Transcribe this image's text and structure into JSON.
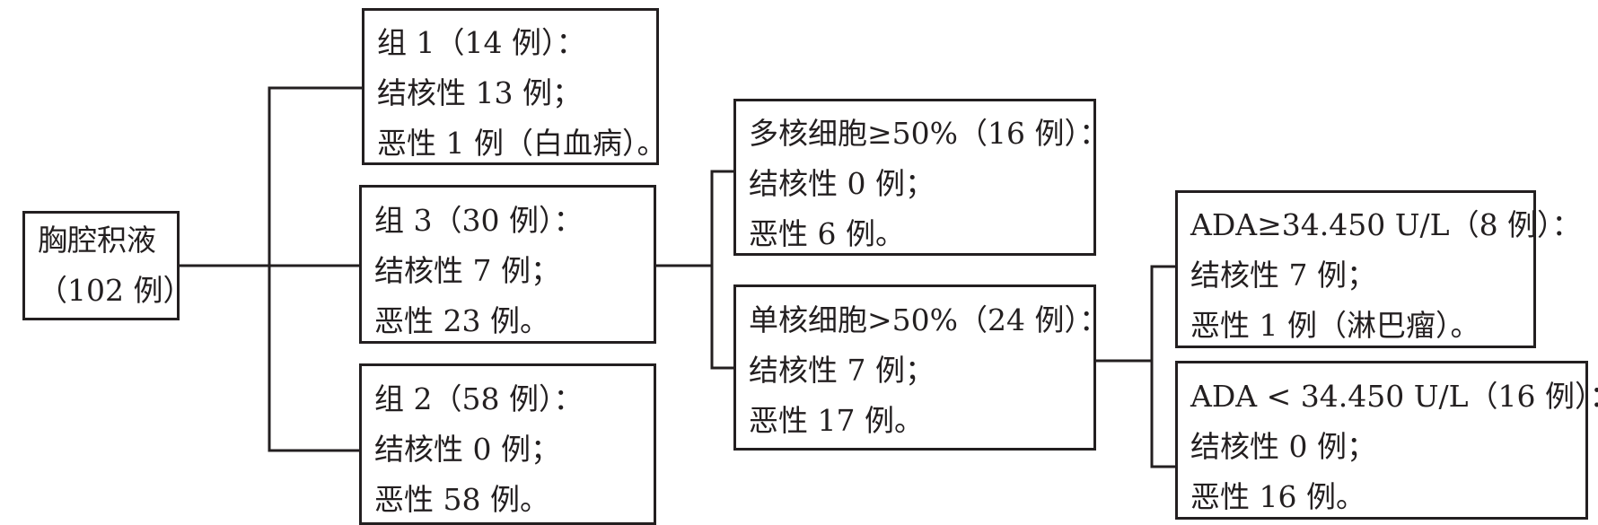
{
  "diagram": {
    "root": {
      "lines": [
        "胸腔积液",
        "（102 例）"
      ]
    },
    "groups": [
      {
        "id": "g1",
        "lines": [
          "组 1（14 例）：",
          "结核性 13 例；",
          "恶性 1 例（白血病）。"
        ]
      },
      {
        "id": "g3",
        "lines": [
          "组 3（30 例）：",
          "结核性 7 例；",
          "恶性 23 例。"
        ]
      },
      {
        "id": "g2",
        "lines": [
          "组 2（58 例）：",
          "结核性 0 例；",
          "恶性 58 例。"
        ]
      }
    ],
    "cells": [
      {
        "id": "multi",
        "lines": [
          "多核细胞≥50%（16 例）：",
          "结核性 0 例；",
          "恶性 6 例。"
        ]
      },
      {
        "id": "mono",
        "lines": [
          "单核细胞>50%（24 例）：",
          "结核性 7 例；",
          "恶性 17 例。"
        ]
      }
    ],
    "ada": [
      {
        "id": "adaH",
        "lines": [
          "ADA≥34.450 U/L（8 例）：",
          "结核性 7 例；",
          "恶性 1 例（淋巴瘤）。"
        ]
      },
      {
        "id": "adaL",
        "lines": [
          "ADA < 34.450 U/L（16 例）：",
          "结核性 0 例；",
          "恶性 16 例。"
        ]
      }
    ]
  },
  "style": {
    "line_color": "#231f20",
    "box_border_color": "#231f20",
    "text_color": "#231f20",
    "background": "#ffffff"
  }
}
